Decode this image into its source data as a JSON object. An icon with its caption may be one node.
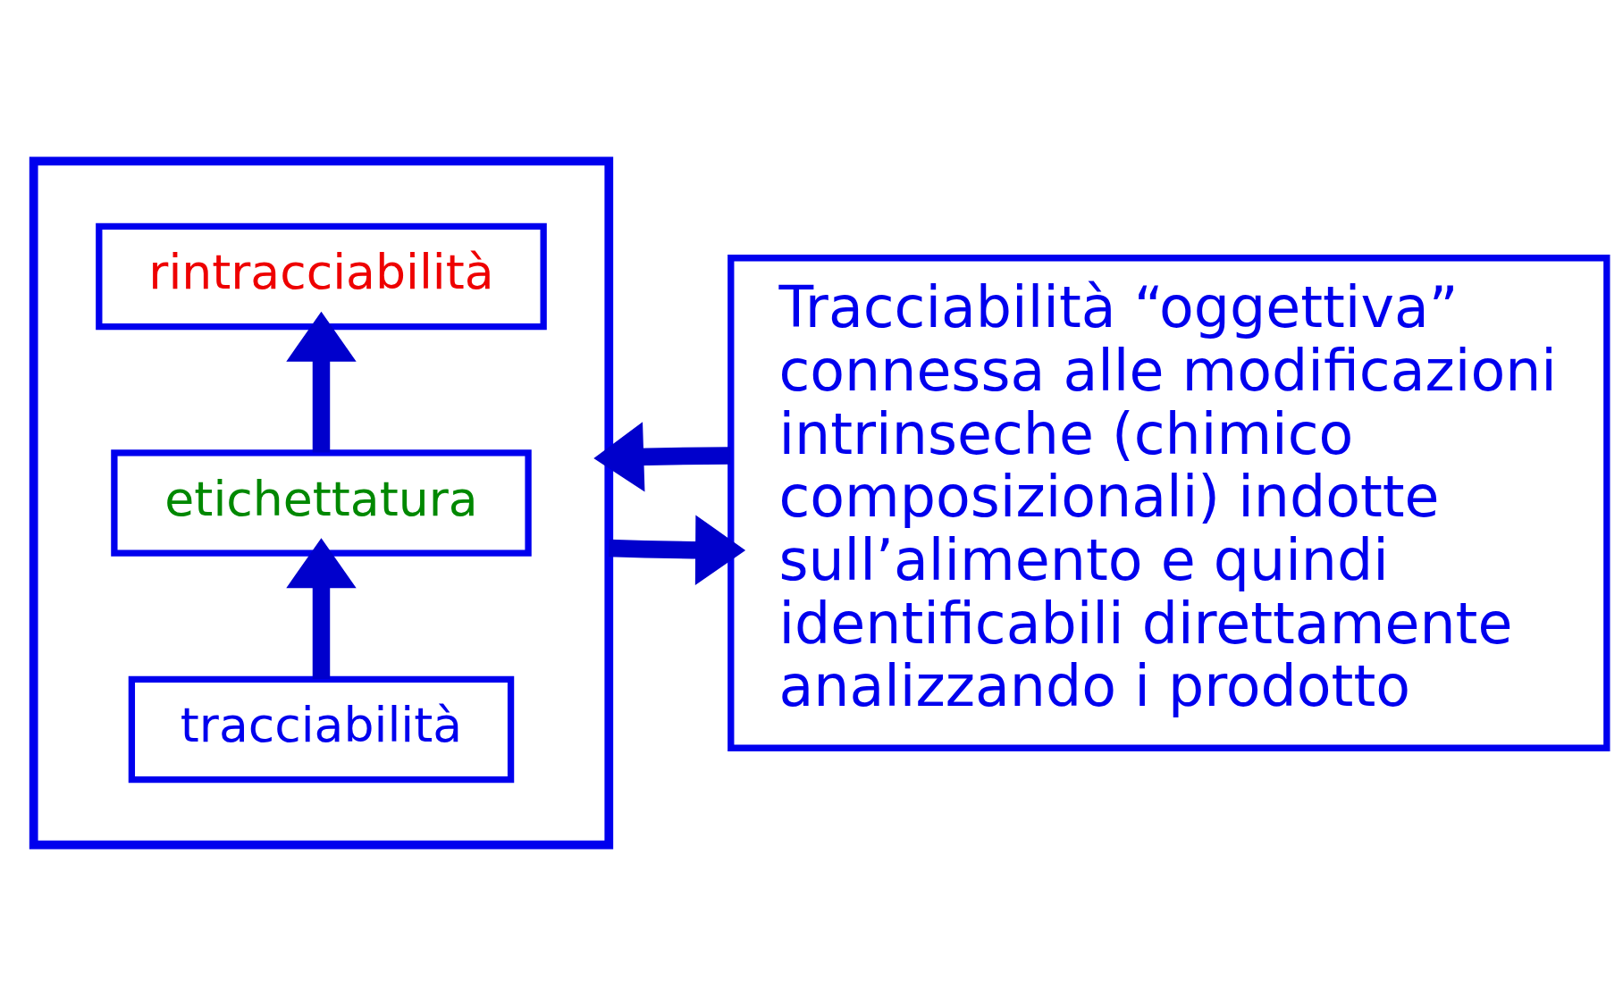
{
  "diagram": {
    "nodes": [
      {
        "text": [],
        "shape": "box"
      },
      {
        "text": [
          "tracciabilità"
        ],
        "in": 0
      },
      {
        "text": [
          "etichettatura"
        ],
        "in": 0
      },
      {
        "text": [
          "rintracciabilità"
        ],
        "in": 0
      },
      {
        "text": [
          "Tracciabilità “oggettiva” connessa alle modificazioni intrinseche (chimico composizionali) indotte sull’alimento e quindi identificabili direttamente analizzando i prodotto"
        ]
      }
    ],
    "edges": [
      {
        "from": 0,
        "to": 4,
        "arrow": "to"
      },
      {
        "from": 4,
        "to": 0,
        "arrow": "to"
      },
      {
        "from": 1,
        "to": 2,
        "arrow": "to"
      },
      {
        "from": 2,
        "to": 3,
        "arrow": "to"
      }
    ]
  }
}
